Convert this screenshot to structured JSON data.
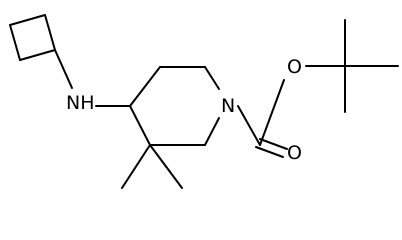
{
  "molecule": {
    "atoms": {
      "amine_n": "NH",
      "ring_n": "N",
      "ester_o": "O",
      "carbonyl_o": "O"
    },
    "colors": {
      "bond": "#000000",
      "text": "#000000",
      "background": "#ffffff"
    }
  }
}
